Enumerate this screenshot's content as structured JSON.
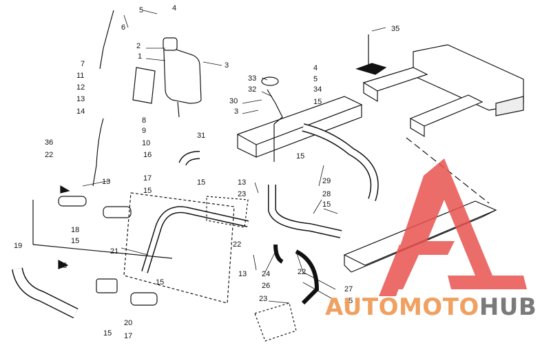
{
  "part_labels": [
    {
      "id": "lbl-1",
      "text": "1"
    },
    {
      "id": "lbl-2",
      "text": "2"
    },
    {
      "id": "lbl-3a",
      "text": "3"
    },
    {
      "id": "lbl-4a",
      "text": "4"
    },
    {
      "id": "lbl-5a",
      "text": "5"
    },
    {
      "id": "lbl-6",
      "text": "6"
    },
    {
      "id": "lbl-7",
      "text": "7"
    },
    {
      "id": "lbl-8",
      "text": "8"
    },
    {
      "id": "lbl-9",
      "text": "9"
    },
    {
      "id": "lbl-10",
      "text": "10"
    },
    {
      "id": "lbl-11",
      "text": "11"
    },
    {
      "id": "lbl-12",
      "text": "12"
    },
    {
      "id": "lbl-13a",
      "text": "13"
    },
    {
      "id": "lbl-14",
      "text": "14"
    },
    {
      "id": "lbl-36",
      "text": "36"
    },
    {
      "id": "lbl-22a",
      "text": "22"
    },
    {
      "id": "lbl-13b",
      "text": "13"
    },
    {
      "id": "lbl-16",
      "text": "16"
    },
    {
      "id": "lbl-17a",
      "text": "17"
    },
    {
      "id": "lbl-15a",
      "text": "15"
    },
    {
      "id": "lbl-18",
      "text": "18"
    },
    {
      "id": "lbl-15b",
      "text": "15"
    },
    {
      "id": "lbl-15c",
      "text": "15"
    },
    {
      "id": "lbl-19",
      "text": "19"
    },
    {
      "id": "lbl-21",
      "text": "21"
    },
    {
      "id": "lbl-15d",
      "text": "15"
    },
    {
      "id": "lbl-15e",
      "text": "15"
    },
    {
      "id": "lbl-20",
      "text": "20"
    },
    {
      "id": "lbl-15f",
      "text": "15"
    },
    {
      "id": "lbl-17b",
      "text": "17"
    },
    {
      "id": "lbl-30",
      "text": "30"
    },
    {
      "id": "lbl-31",
      "text": "31"
    },
    {
      "id": "lbl-33",
      "text": "33"
    },
    {
      "id": "lbl-32",
      "text": "32"
    },
    {
      "id": "lbl-3b",
      "text": "3"
    },
    {
      "id": "lbl-4b",
      "text": "4"
    },
    {
      "id": "lbl-5b",
      "text": "5"
    },
    {
      "id": "lbl-34",
      "text": "34"
    },
    {
      "id": "lbl-15g",
      "text": "15"
    },
    {
      "id": "lbl-15h",
      "text": "15"
    },
    {
      "id": "lbl-35",
      "text": "35"
    },
    {
      "id": "lbl-29",
      "text": "29"
    },
    {
      "id": "lbl-28",
      "text": "28"
    },
    {
      "id": "lbl-15i",
      "text": "15"
    },
    {
      "id": "lbl-13c",
      "text": "13"
    },
    {
      "id": "lbl-23a",
      "text": "23"
    },
    {
      "id": "lbl-22b",
      "text": "22"
    },
    {
      "id": "lbl-13d",
      "text": "13"
    },
    {
      "id": "lbl-24",
      "text": "24"
    },
    {
      "id": "lbl-26",
      "text": "26"
    },
    {
      "id": "lbl-22c",
      "text": "22"
    },
    {
      "id": "lbl-27",
      "text": "27"
    },
    {
      "id": "lbl-23b",
      "text": "23"
    },
    {
      "id": "lbl-25",
      "text": "25"
    },
    {
      "id": "lbl-15j",
      "text": "15"
    }
  ],
  "watermark": {
    "part1": "AUTOMOTO",
    "part2": "HUB",
    "accent_color": "#e8534f",
    "text_color_1": "#f0a060",
    "text_color_2": "#7a7a7a"
  },
  "line_color": "#111111"
}
